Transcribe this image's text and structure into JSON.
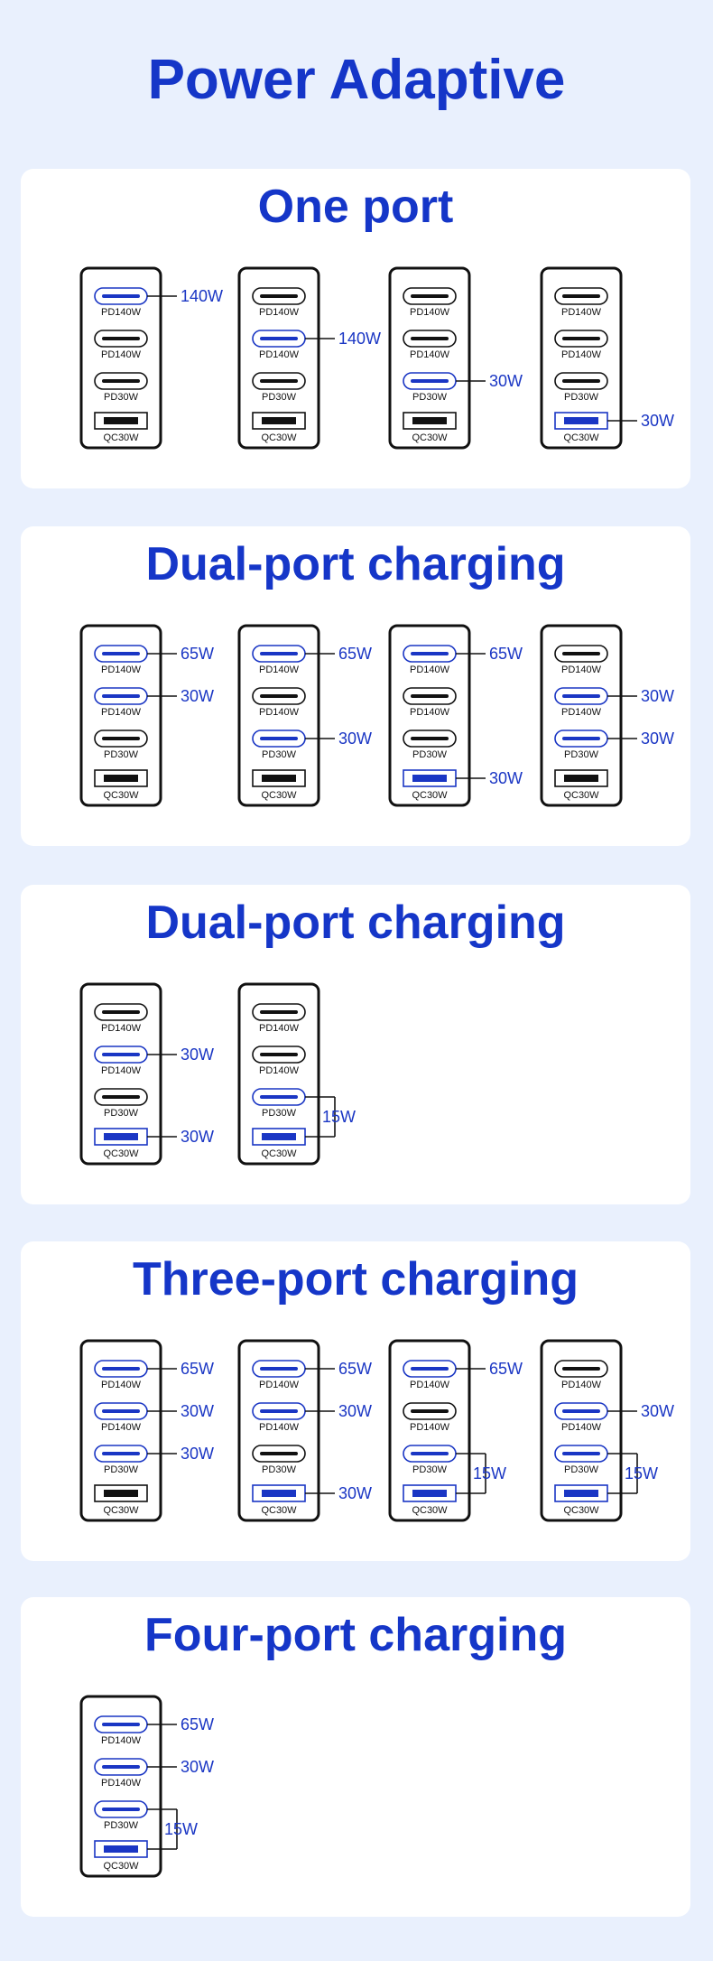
{
  "title": "Power Adaptive",
  "colors": {
    "accent": "#1536c8",
    "active": "#1a36c4",
    "inactive": "#111111",
    "background": "#e9f0fd"
  },
  "port_names": [
    "PD140W",
    "PD140W",
    "PD30W",
    "QC30W"
  ],
  "sections": [
    {
      "title": "One port",
      "chargers": [
        {
          "active": [
            true,
            false,
            false,
            false
          ],
          "outputs": [
            {
              "ports": [
                0
              ],
              "label": "140W"
            }
          ]
        },
        {
          "active": [
            false,
            true,
            false,
            false
          ],
          "outputs": [
            {
              "ports": [
                1
              ],
              "label": "140W"
            }
          ]
        },
        {
          "active": [
            false,
            false,
            true,
            false
          ],
          "outputs": [
            {
              "ports": [
                2
              ],
              "label": "30W"
            }
          ]
        },
        {
          "active": [
            false,
            false,
            false,
            true
          ],
          "outputs": [
            {
              "ports": [
                3
              ],
              "label": "30W"
            }
          ]
        }
      ]
    },
    {
      "title": "Dual-port charging",
      "chargers": [
        {
          "active": [
            true,
            true,
            false,
            false
          ],
          "outputs": [
            {
              "ports": [
                0
              ],
              "label": "65W"
            },
            {
              "ports": [
                1
              ],
              "label": "30W"
            }
          ]
        },
        {
          "active": [
            true,
            false,
            true,
            false
          ],
          "outputs": [
            {
              "ports": [
                0
              ],
              "label": "65W"
            },
            {
              "ports": [
                2
              ],
              "label": "30W"
            }
          ]
        },
        {
          "active": [
            true,
            false,
            false,
            true
          ],
          "outputs": [
            {
              "ports": [
                0
              ],
              "label": "65W"
            },
            {
              "ports": [
                3
              ],
              "label": "30W"
            }
          ]
        },
        {
          "active": [
            false,
            true,
            true,
            false
          ],
          "outputs": [
            {
              "ports": [
                1
              ],
              "label": "30W"
            },
            {
              "ports": [
                2
              ],
              "label": "30W"
            }
          ]
        }
      ]
    },
    {
      "title": "Dual-port charging",
      "chargers": [
        {
          "active": [
            false,
            true,
            false,
            true
          ],
          "outputs": [
            {
              "ports": [
                1
              ],
              "label": "30W"
            },
            {
              "ports": [
                3
              ],
              "label": "30W"
            }
          ]
        },
        {
          "active": [
            false,
            false,
            true,
            true
          ],
          "outputs": [
            {
              "ports": [
                2,
                3
              ],
              "label": "15W"
            }
          ]
        }
      ]
    },
    {
      "title": "Three-port charging",
      "chargers": [
        {
          "active": [
            true,
            true,
            true,
            false
          ],
          "outputs": [
            {
              "ports": [
                0
              ],
              "label": "65W"
            },
            {
              "ports": [
                1
              ],
              "label": "30W"
            },
            {
              "ports": [
                2
              ],
              "label": "30W"
            }
          ]
        },
        {
          "active": [
            true,
            true,
            false,
            true
          ],
          "outputs": [
            {
              "ports": [
                0
              ],
              "label": "65W"
            },
            {
              "ports": [
                1
              ],
              "label": "30W"
            },
            {
              "ports": [
                3
              ],
              "label": "30W"
            }
          ]
        },
        {
          "active": [
            true,
            false,
            true,
            true
          ],
          "outputs": [
            {
              "ports": [
                0
              ],
              "label": "65W"
            },
            {
              "ports": [
                2,
                3
              ],
              "label": "15W"
            }
          ]
        },
        {
          "active": [
            false,
            true,
            true,
            true
          ],
          "outputs": [
            {
              "ports": [
                1
              ],
              "label": "30W"
            },
            {
              "ports": [
                2,
                3
              ],
              "label": "15W"
            }
          ]
        }
      ]
    },
    {
      "title": "Four-port charging",
      "chargers": [
        {
          "active": [
            true,
            true,
            true,
            true
          ],
          "outputs": [
            {
              "ports": [
                0
              ],
              "label": "65W"
            },
            {
              "ports": [
                1
              ],
              "label": "30W"
            },
            {
              "ports": [
                2,
                3
              ],
              "label": "15W"
            }
          ]
        }
      ]
    }
  ]
}
